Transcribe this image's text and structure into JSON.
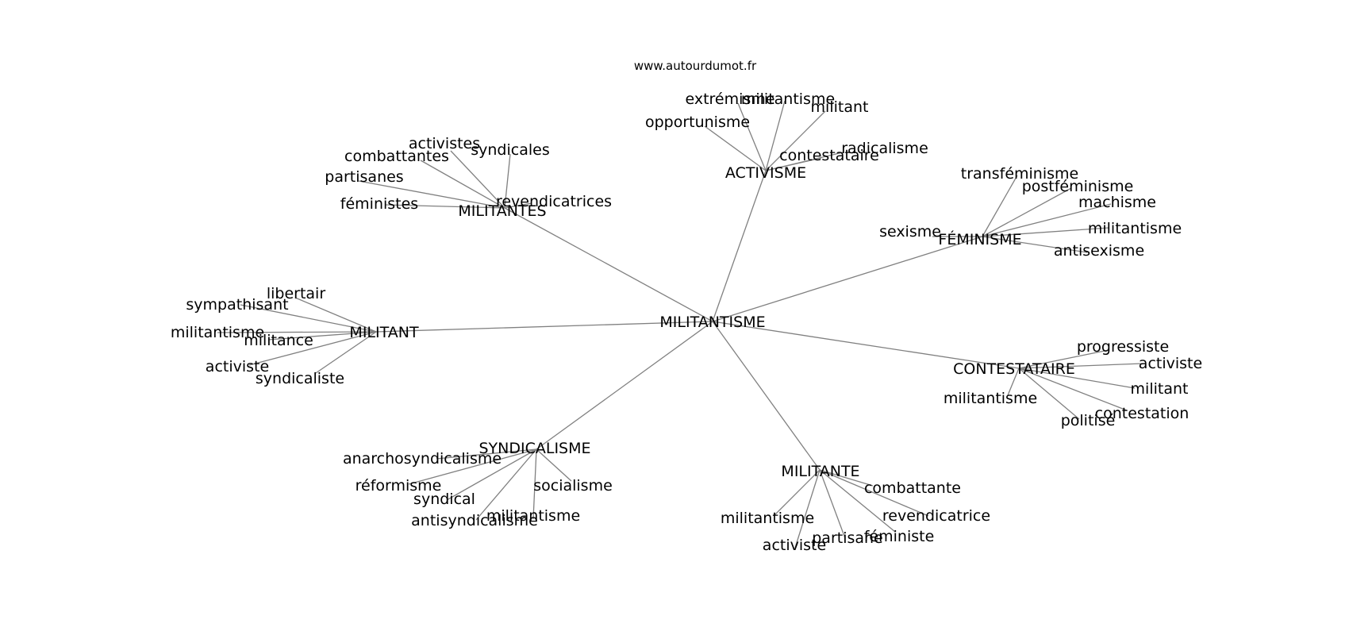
{
  "source": "www.autourdumot.fr",
  "center": "MILITANTISME",
  "hubs": [
    {
      "id": "activisme",
      "label": "ACTIVISME",
      "leaves": [
        "extrémisme",
        "militantisme",
        "militant",
        "opportunisme",
        "radicalisme",
        "contestataire"
      ]
    },
    {
      "id": "militantes",
      "label": "MILITANTES",
      "leaves": [
        "activistes",
        "syndicales",
        "combattantes",
        "partisanes",
        "revendicatrices",
        "féministes"
      ]
    },
    {
      "id": "feminisme",
      "label": "FÉMINISME",
      "leaves": [
        "transféminisme",
        "postféminisme",
        "machisme",
        "sexisme",
        "militantisme",
        "antisexisme"
      ]
    },
    {
      "id": "militant",
      "label": "MILITANT",
      "leaves": [
        "libertair",
        "sympathisant",
        "militantisme",
        "militance",
        "activiste",
        "syndicaliste"
      ]
    },
    {
      "id": "contestataire",
      "label": "CONTESTATAIRE",
      "leaves": [
        "progressiste",
        "activiste",
        "militant",
        "militantisme",
        "contestation",
        "politisé"
      ]
    },
    {
      "id": "syndicalisme",
      "label": "SYNDICALISME",
      "leaves": [
        "anarchosyndicalisme",
        "réformisme",
        "socialisme",
        "syndical",
        "militantisme",
        "antisyndicalisme"
      ]
    },
    {
      "id": "militante",
      "label": "MILITANTE",
      "leaves": [
        "combattante",
        "revendicatrice",
        "militantisme",
        "féministe",
        "partisane",
        "activiste"
      ]
    }
  ]
}
